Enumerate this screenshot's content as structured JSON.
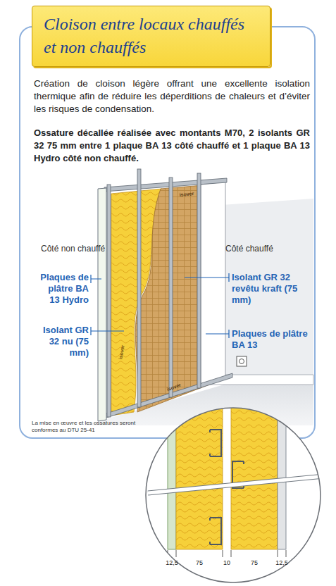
{
  "diagram": {
    "title": "Cloison entre locaux chauffés et non chauffés",
    "labels": [
      "Création de cloison légère offrant une excellente isolation thermique afin de réduire les déperditions de chaleurs et d’éviter les risques de condensation.",
      "Ossature décallée réalisée avec montants M70, 2 isolants GR 32 75 mm entre 1 plaque BA 13 côté chauffé et 1 plaque BA 13 Hydro côté non chauffé.",
      "Côté non chauffé",
      "Côté chauffé",
      "Plaques de plâtre BA 13 Hydro",
      "Isolant GR 32 nu (75 mm)",
      "Isolant GR 32 revêtu kraft (75 mm)",
      "Plaques de plâtre BA 13",
      "La mise en œuvre et les ossatures seront conformes au DTU 25-41",
      "12,5",
      "75",
      "10",
      "75",
      "12,5",
      "isover",
      "isover",
      "isover"
    ]
  }
}
